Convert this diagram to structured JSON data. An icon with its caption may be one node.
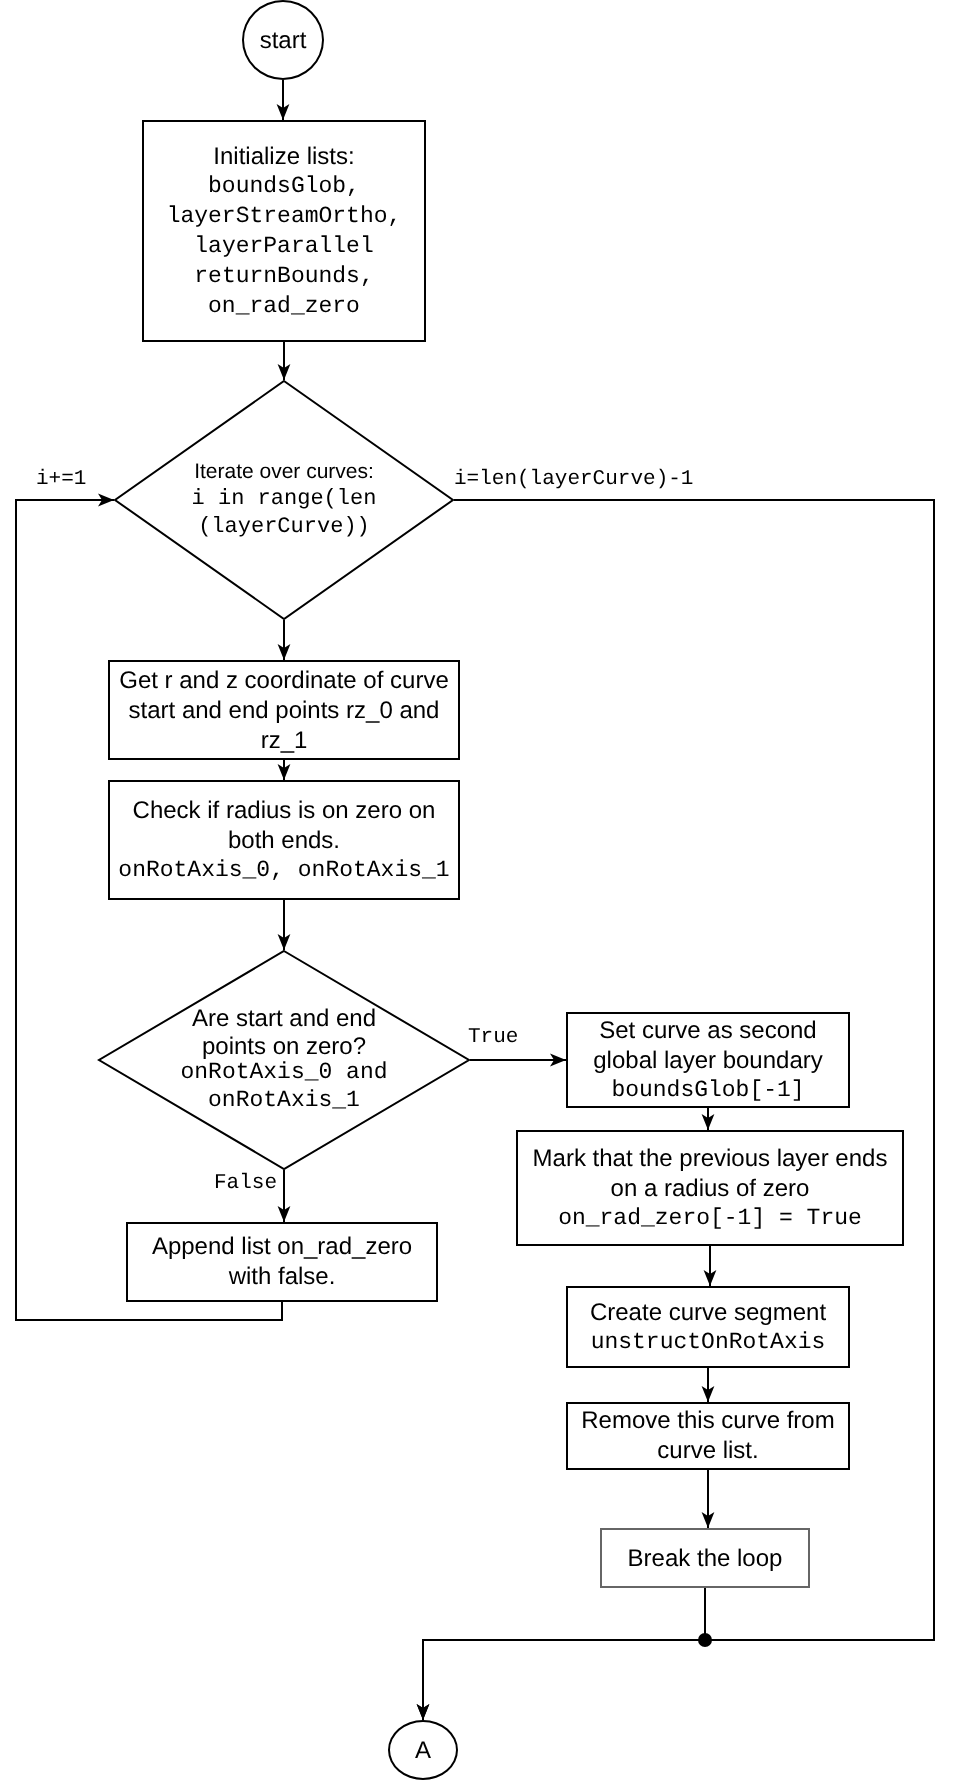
{
  "diagram": {
    "nodes": [
      {
        "text": [
          "start"
        ]
      },
      {
        "text": [
          "Initialize lists:",
          "boundsGlob, layerStreamOrtho, layerParallel returnBounds, on_rad_zero"
        ]
      },
      {
        "text": [
          "Iterate over curves:",
          "i in range(len (layerCurve))"
        ]
      },
      {
        "text": [
          "Get r and z coordinate of curve start and end points rz_0 and rz_1"
        ]
      },
      {
        "text": [
          "Check if radius is on zero on both ends.",
          "onRotAxis_0, onRotAxis_1"
        ]
      },
      {
        "text": [
          "Are start and end points on zero?",
          "onRotAxis_0 and onRotAxis_1"
        ]
      },
      {
        "text": [
          "Set curve as second global layer boundary",
          "boundsGlob[-1]"
        ]
      },
      {
        "text": [
          "Mark that the previous layer ends on a radius of zero",
          "on_rad_zero[-1] = True"
        ]
      },
      {
        "text": [
          "Append list on_rad_zero with false."
        ]
      },
      {
        "text": [
          "Create curve segment",
          "unstructOnRotAxis"
        ]
      },
      {
        "text": [
          "Remove this curve from curve list."
        ]
      },
      {
        "text": [
          "Break the loop"
        ]
      },
      {
        "text": [
          "A"
        ]
      }
    ],
    "edges": [
      {
        "from": 0,
        "to": 1,
        "arrow": "to"
      },
      {
        "from": 1,
        "to": 2,
        "arrow": "to"
      },
      {
        "from": 2,
        "to": 3,
        "arrow": "to"
      },
      {
        "from": 3,
        "to": 4,
        "arrow": "to"
      },
      {
        "from": 4,
        "to": 5,
        "arrow": "to"
      },
      {
        "from": 5,
        "to": 6,
        "label": "True",
        "arrow": "to"
      },
      {
        "from": 5,
        "to": 8,
        "label": "False",
        "arrow": "to"
      },
      {
        "from": 8,
        "to": 2,
        "label": "i+=1",
        "arrow": "to"
      },
      {
        "from": 6,
        "to": 7,
        "arrow": "to"
      },
      {
        "from": 7,
        "to": 9,
        "arrow": "to"
      },
      {
        "from": 9,
        "to": 10,
        "arrow": "to"
      },
      {
        "from": 10,
        "to": 11,
        "arrow": "to"
      },
      {
        "from": 11,
        "to": 12,
        "arrow": "to"
      },
      {
        "from": 2,
        "to": 12,
        "label": "i=len(layerCurve)-1",
        "arrow": "to"
      }
    ]
  }
}
